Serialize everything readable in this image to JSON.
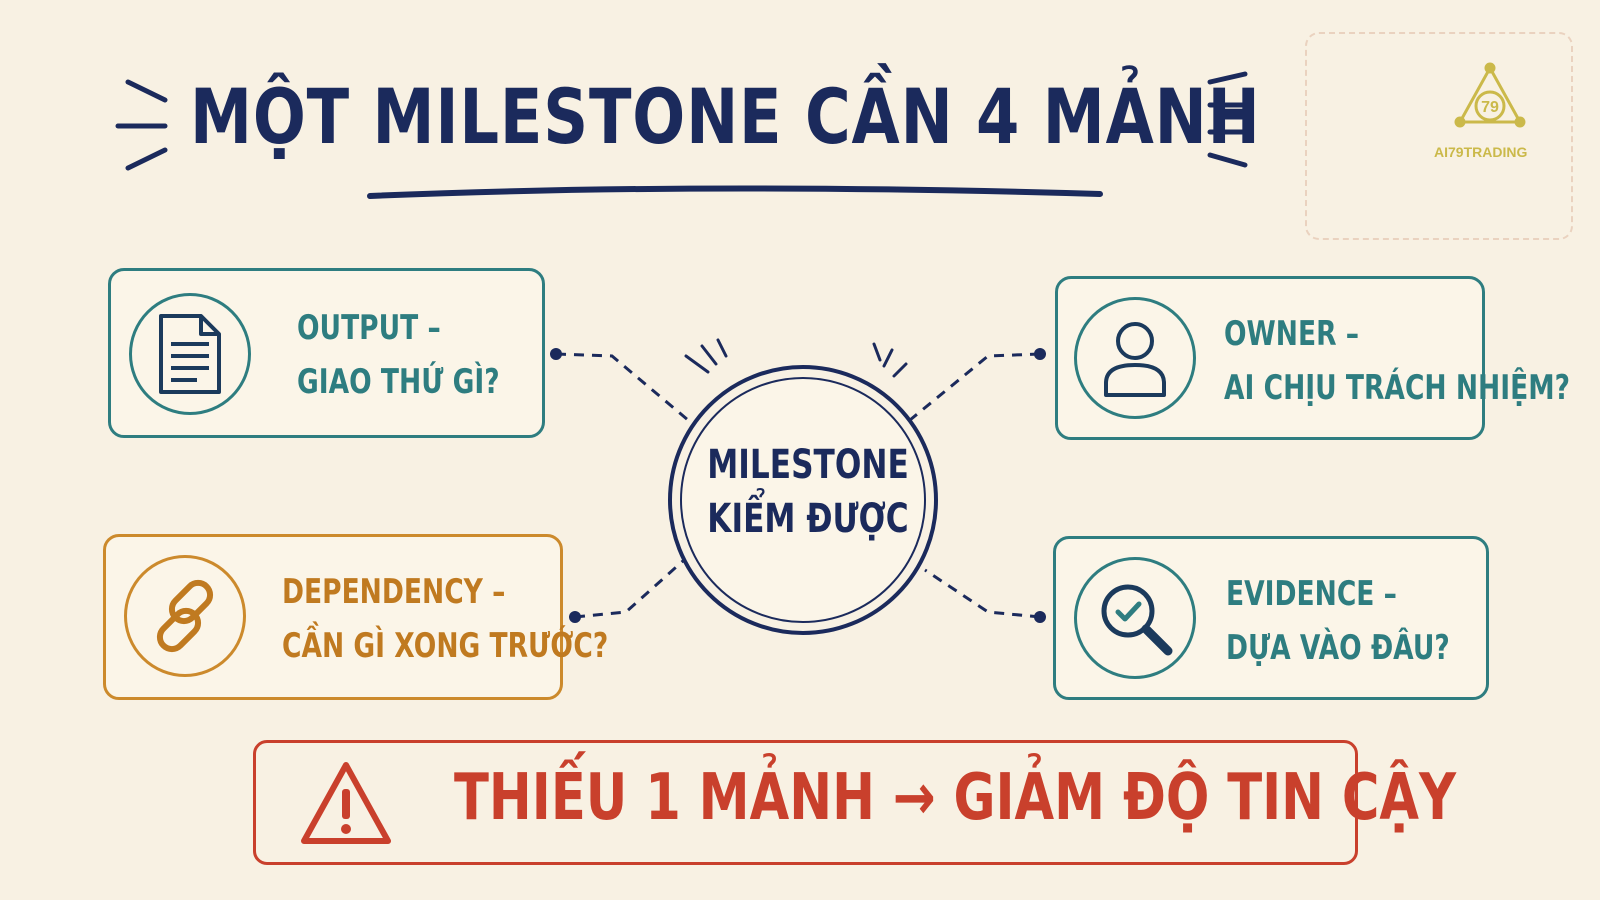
{
  "title": "MỘT MILESTONE CẦN 4 MẢNH",
  "logo": {
    "text": "AI79TRADING",
    "badge": "79"
  },
  "center": {
    "line1": "MILESTONE",
    "line2": "KIỂM ĐƯỢC"
  },
  "cards": {
    "output": {
      "line1": "OUTPUT –",
      "line2": "GIAO THỨ GÌ?",
      "icon": "document-icon"
    },
    "owner": {
      "line1": "OWNER –",
      "line2": "AI CHỊU TRÁCH NHIỆM?",
      "icon": "person-icon"
    },
    "dependency": {
      "line1": "DEPENDENCY –",
      "line2": "CẦN GÌ XONG TRƯỚC?",
      "icon": "chain-link-icon"
    },
    "evidence": {
      "line1": "EVIDENCE –",
      "line2": "DỰA VÀO ĐÂU?",
      "icon": "magnifier-check-icon"
    }
  },
  "warning": {
    "text": "THIẾU 1 MẢNH → GIẢM ĐỘ TIN CẬY",
    "icon": "warning-triangle-icon"
  },
  "colors": {
    "navy": "#1b2a5c",
    "teal": "#2e7d80",
    "orange": "#cc8a2c",
    "red": "#c9402c",
    "gold": "#cbb94a",
    "background": "#f8f1e3"
  }
}
